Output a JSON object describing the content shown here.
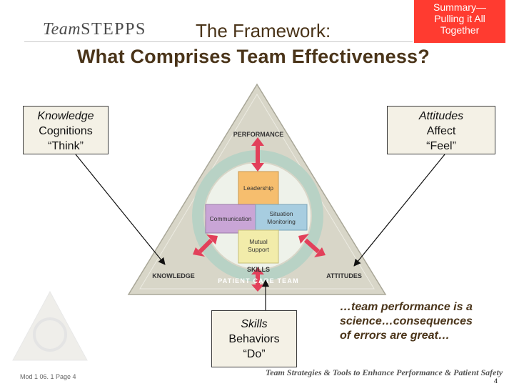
{
  "header": {
    "logo_team": "Team",
    "logo_steps": "STEPPS",
    "title_line1": "The Framework:",
    "title_line2": "What Comprises Team Effectiveness?"
  },
  "summary_button": {
    "line1": "Summary—",
    "line2": "Pulling it All",
    "line3": "Together"
  },
  "knowledge_box": {
    "line1": "Knowledge",
    "line2": "Cognitions",
    "line3": "“Think”"
  },
  "attitudes_box": {
    "line1": "Attitudes",
    "line2": "Affect",
    "line3": "“Feel”"
  },
  "skills_box": {
    "line1": "Skills",
    "line2": "Behaviors",
    "line3": "“Do”"
  },
  "diagram": {
    "performance": "PERFORMANCE",
    "knowledge": "KNOWLEDGE",
    "attitudes": "ATTITUDES",
    "skills": "SKILLS",
    "patient_care_team": "PATIENT CARE TEAM",
    "leadership": "Leadership",
    "communication": "Communication",
    "situation": "Situation",
    "monitoring": "Monitoring",
    "mutual": "Mutual",
    "support": "Support",
    "colors": {
      "triangle": "#d8d6c8",
      "ring": "#b8d2c5",
      "leadership": "#f6be6e",
      "communication": "#c9a5d6",
      "situation_monitoring": "#a7cde0",
      "mutual_support": "#f2ecaa",
      "arrows": "#e2405a"
    }
  },
  "quote": {
    "line1": "…team performance is a",
    "line2": "science…consequences",
    "line3": "of errors are great…"
  },
  "footer": {
    "left": "Mod 1 06. 1   Page 4",
    "tagline": "Team Strategies & Tools to Enhance Performance & Patient Safety",
    "page": "4"
  }
}
